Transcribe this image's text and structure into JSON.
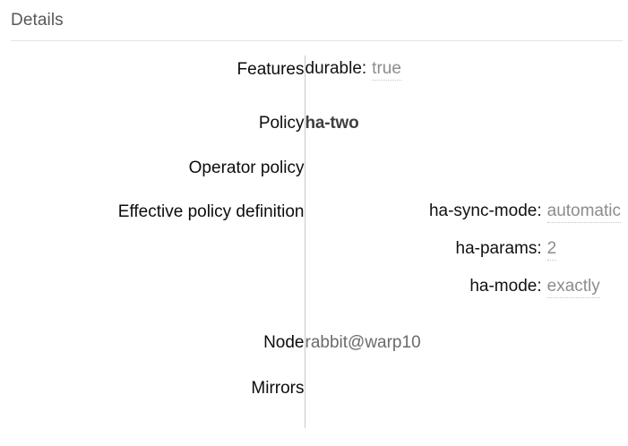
{
  "header": {
    "title": "Details"
  },
  "details": {
    "rows": [
      {
        "label": "Features",
        "kind": "kv",
        "pairs": [
          {
            "key": "durable:",
            "value": "true"
          }
        ]
      },
      {
        "label": "Policy",
        "kind": "bold",
        "value": "ha-two"
      },
      {
        "label": "Operator policy",
        "kind": "empty",
        "value": ""
      },
      {
        "label": "Effective policy definition",
        "kind": "kv",
        "pairs": [
          {
            "key": "ha-sync-mode:",
            "value": "automatic"
          },
          {
            "key": "ha-params:",
            "value": "2"
          },
          {
            "key": "ha-mode:",
            "value": "exactly"
          }
        ]
      },
      {
        "label": "Node",
        "kind": "plain",
        "value": "rabbit@warp10"
      },
      {
        "label": "Mirrors",
        "kind": "empty",
        "value": ""
      }
    ]
  },
  "colors": {
    "header_text": "#56585a",
    "rule": "#e2e2e2",
    "divider": "#c9c9c9",
    "label_text": "#0c0c0c",
    "value_muted": "#8d8d8d",
    "value_plain": "#6b6b6b",
    "value_bold": "#3f3f3f",
    "dotted_underline": "#c4c4c4"
  }
}
